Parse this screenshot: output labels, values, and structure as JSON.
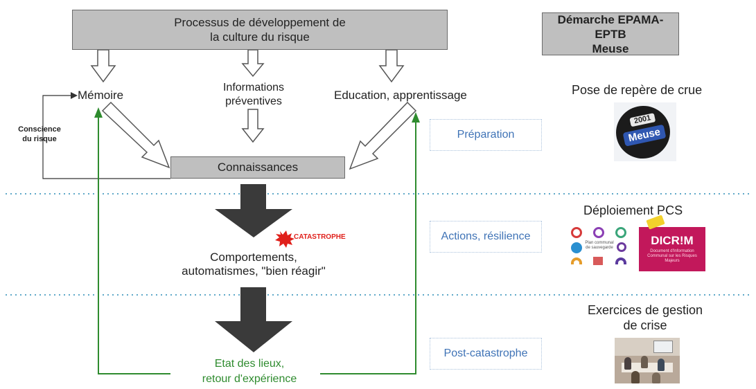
{
  "process_title": "Processus de développement de\nla culture du risque",
  "memoire": "Mémoire",
  "informations": "Informations\npréventives",
  "education": "Education, apprentissage",
  "conscience": "Conscience\ndu risque",
  "connaissances": "Connaissances",
  "catastrophe": "CATASTROPHE",
  "comportements": "Comportements,\nautomatismes, \"bien réagir\"",
  "etat_des_lieux": "Etat des lieux,\nretour d'expérience",
  "phases": {
    "preparation": "Préparation",
    "actions": "Actions, résilience",
    "post": "Post-catastrophe"
  },
  "right": {
    "header": "Démarche EPAMA-EPTB\nMeuse",
    "repere_title": "Pose de repère de crue",
    "repere_badge_year": "2001",
    "repere_badge_text": "Meuse",
    "pcs_title": "Déploiement PCS",
    "pcs_center_text": "Plan communal de sauvegarde",
    "dicrim_logo": "DICR!M",
    "dicrim_sub": "Document d'Information Communal sur les Risques Majeurs",
    "exercices_title": "Exercices de gestion\nde crise"
  },
  "colors": {
    "box_grey": "#bfbfbf",
    "dark_arrow": "#3a3a3a",
    "green_line": "#2e8b2e",
    "phase_blue": "#3f73b6",
    "dotted_line": "#5ea8c8",
    "catastrophe_red": "#e0201b",
    "dicrim_bg": "#c2185b"
  }
}
